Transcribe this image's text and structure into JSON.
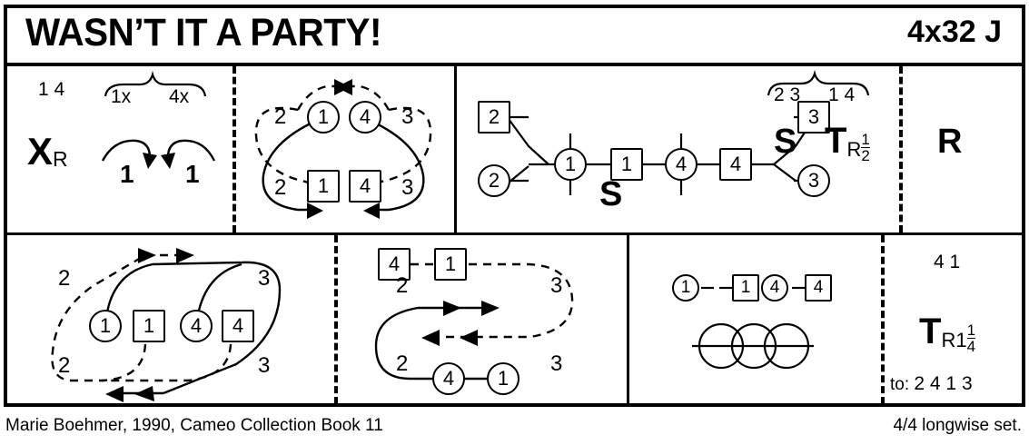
{
  "header": {
    "title": "WASN’T IT A PARTY!",
    "meter": "4x32 J"
  },
  "footer": {
    "credit": "Marie Boehmer, 1990, Cameo Collection Book 11",
    "set": "4/4 longwise set."
  },
  "bars": [
    {
      "id": "bars-1-8a",
      "position_label_left": "1 4",
      "brace_labels": [
        "1x",
        "4x"
      ],
      "figure_symbol": "X",
      "figure_subscript": "R",
      "turn_markers": [
        "1",
        "1"
      ]
    },
    {
      "id": "bars-1-8b",
      "dancers": {
        "top_left_pos": "2",
        "top_right_pos": "3",
        "bottom_left_pos": "2",
        "bottom_right_pos": "3",
        "circle_1": "1",
        "circle_4": "4",
        "square_1": "1",
        "square_4": "4"
      }
    },
    {
      "id": "bars-9-16",
      "line": [
        {
          "shape": "square",
          "label": "2"
        },
        {
          "shape": "circle",
          "label": "2"
        },
        {
          "shape": "circle",
          "label": "1"
        },
        {
          "shape": "square",
          "label": "1"
        },
        {
          "shape": "circle",
          "label": "4"
        },
        {
          "shape": "square",
          "label": "4"
        },
        {
          "shape": "square",
          "label": "3"
        },
        {
          "shape": "circle",
          "label": "3"
        }
      ],
      "caption": "S"
    },
    {
      "id": "bars-17-20",
      "brace_label_left": "2 3",
      "brace_label_right": "1 4",
      "symbol_set": "S",
      "symbol_turn": "T",
      "turn_suffix": "R",
      "turn_fraction_num": "1",
      "turn_fraction_den": "2"
    },
    {
      "id": "bars-21-22",
      "symbol": "R"
    },
    {
      "id": "bars-17-24",
      "dancers": {
        "circle_1": "1",
        "square_1": "1",
        "circle_4": "4",
        "square_4": "4"
      },
      "positions": {
        "top_left": "2",
        "bottom_left": "2",
        "top_right": "3",
        "bottom_right": "3"
      }
    },
    {
      "id": "bars-25-28",
      "dancers": {
        "square_4": "4",
        "square_1": "1",
        "circle_4": "4",
        "circle_1": "1"
      },
      "positions": {
        "top_left": "2",
        "bottom_left": "2",
        "top_right": "3",
        "bottom_right": "3"
      }
    },
    {
      "id": "bars-29-30",
      "line": [
        {
          "shape": "circle",
          "label": "1"
        },
        {
          "shape": "square",
          "label": "1"
        },
        {
          "shape": "circle",
          "label": "4"
        },
        {
          "shape": "square",
          "label": "4"
        }
      ],
      "chain_circles": 3
    },
    {
      "id": "bars-31-32",
      "position_label": "4 1",
      "symbol_turn": "T",
      "turn_suffix": "R1",
      "turn_fraction_num": "1",
      "turn_fraction_den": "4",
      "to_label": "to:",
      "to_order": "2 4 1 3"
    }
  ]
}
